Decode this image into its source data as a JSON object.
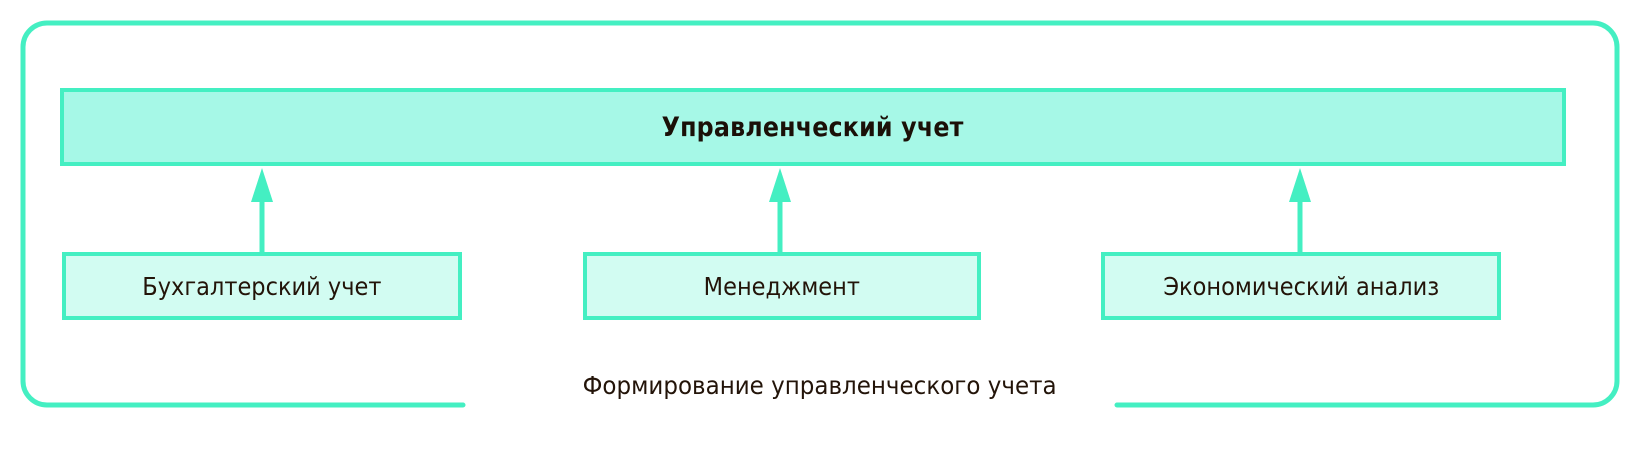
{
  "diagram": {
    "type": "hierarchy-flow",
    "caption": "Формирование управленческого учета",
    "colors": {
      "frame_border": "#44efc2",
      "header_fill": "#a6f8e7",
      "header_border": "#44efc2",
      "node_fill": "#d2fcf2",
      "node_border": "#44efc2",
      "arrow": "#44efc2",
      "text": "#231409",
      "background": "#ffffff"
    },
    "header": {
      "label": "Управленческий учет"
    },
    "nodes": [
      {
        "label": "Бухгалтерский учет"
      },
      {
        "label": "Менеджмент"
      },
      {
        "label": "Экономический анализ"
      }
    ],
    "arrows": [
      {
        "from": "Бухгалтерский учет",
        "to": "Управленческий учет",
        "direction": "up"
      },
      {
        "from": "Менеджмент",
        "to": "Управленческий учет",
        "direction": "up"
      },
      {
        "from": "Экономический анализ",
        "to": "Управленческий учет",
        "direction": "up"
      }
    ]
  }
}
